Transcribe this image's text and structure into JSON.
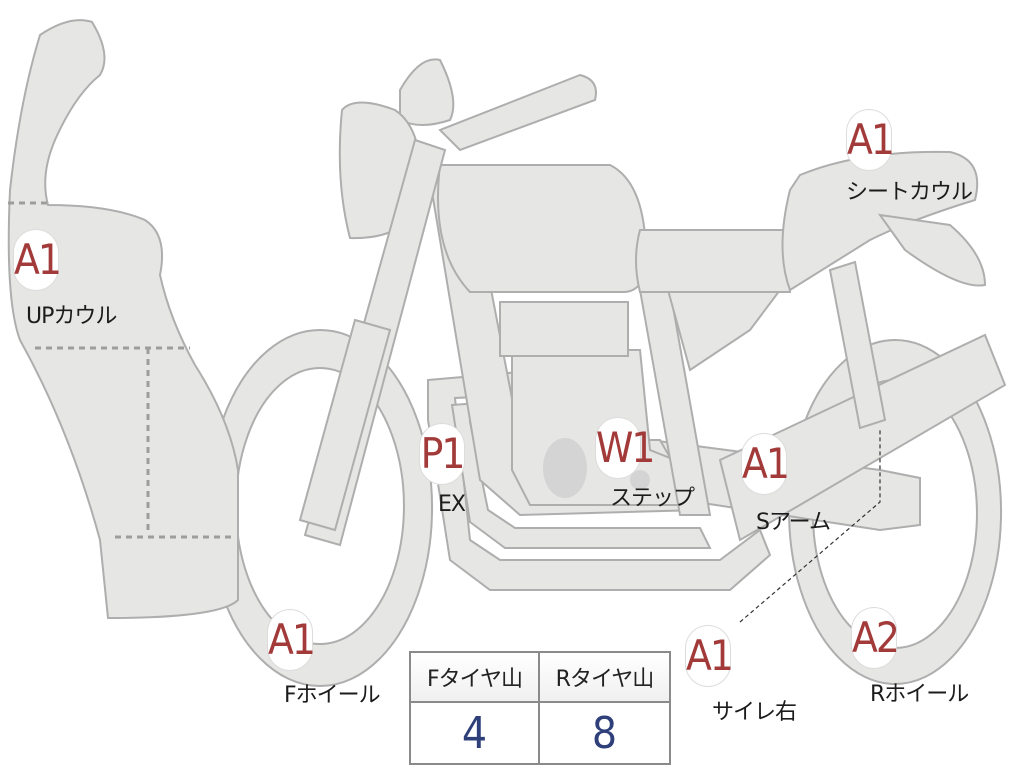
{
  "parts": [
    {
      "id": "up-cowl",
      "code": "A1",
      "label": "UPカウル"
    },
    {
      "id": "seat-cowl",
      "code": "A1",
      "label": "シートカウル"
    },
    {
      "id": "exhaust",
      "code": "P1",
      "label": "EX"
    },
    {
      "id": "step",
      "code": "W1",
      "label": "ステップ"
    },
    {
      "id": "swing-arm",
      "code": "A1",
      "label": "Sアーム"
    },
    {
      "id": "front-wheel",
      "code": "A1",
      "label": "Fホイール"
    },
    {
      "id": "silencer-right",
      "code": "A1",
      "label": "サイレ右"
    },
    {
      "id": "rear-wheel",
      "code": "A2",
      "label": "Rホイール"
    }
  ],
  "tread_table": {
    "headers": [
      "Fタイヤ山",
      "Rタイヤ山"
    ],
    "values": [
      "4",
      "8"
    ]
  }
}
